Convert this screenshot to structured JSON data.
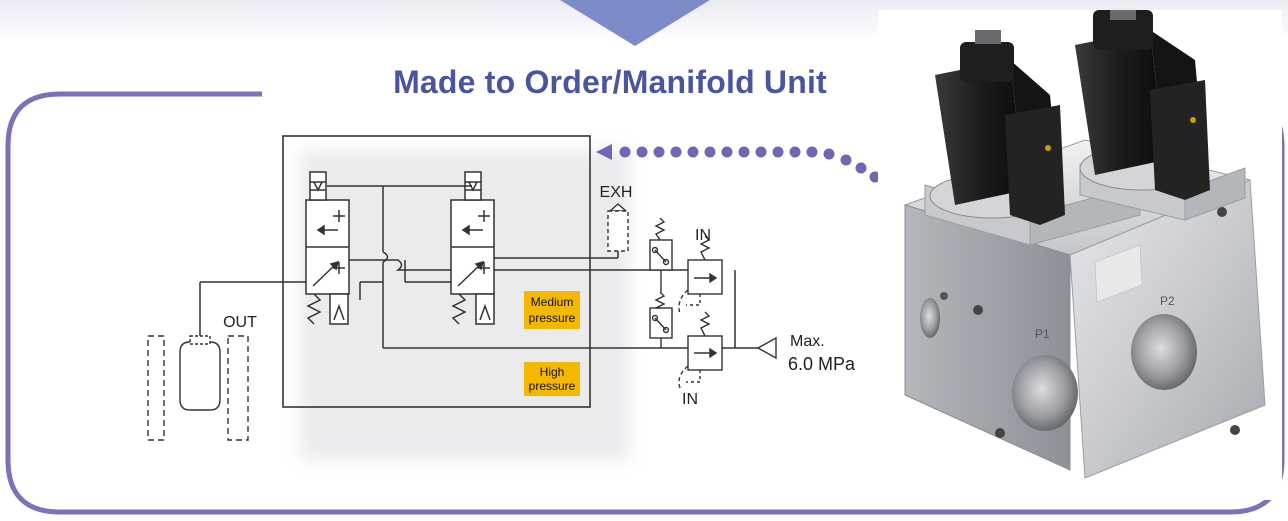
{
  "header": {
    "title": "Made to Order/Manifold Unit"
  },
  "diagram": {
    "labels": {
      "exh": "EXH",
      "in_top": "IN",
      "in_bottom": "IN",
      "out": "OUT",
      "max_line1": "Max.",
      "max_line2": "6.0 MPa"
    },
    "badges": {
      "medium_line1": "Medium",
      "medium_line2": "pressure",
      "high_line1": "High",
      "high_line2": "pressure"
    }
  },
  "photo": {
    "port1_label": "P1",
    "port2_label": "P2"
  },
  "colors": {
    "accent_purple": "#7b72b8",
    "title_blue": "#4a55a0",
    "badge_yellow": "#f5b800",
    "arrow_fill": "#7e8bc9"
  }
}
